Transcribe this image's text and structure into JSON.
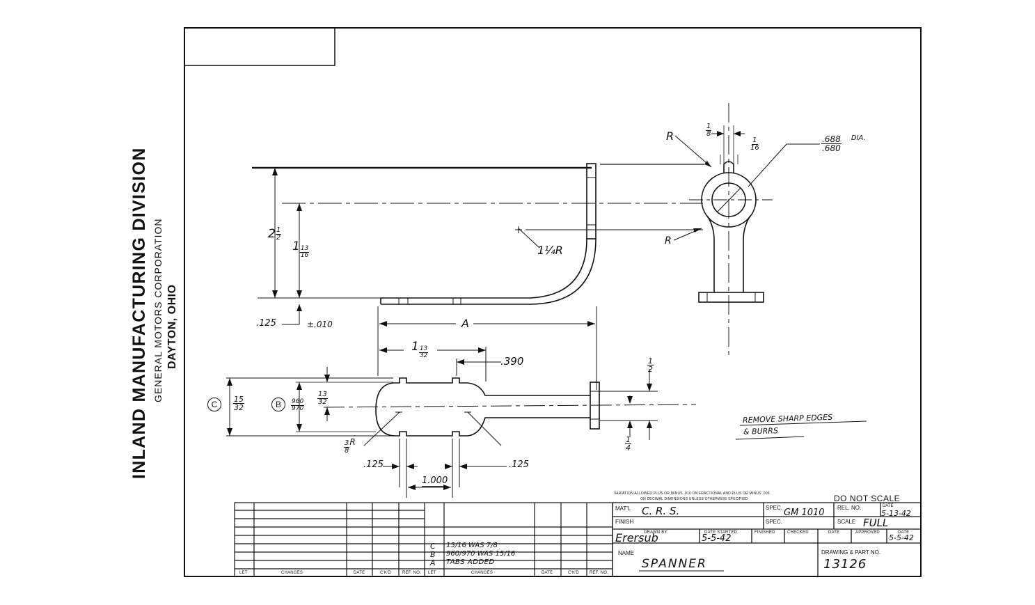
{
  "title_block": {
    "division": "INLAND MANUFACTURING DIVISION",
    "corporation": "GENERAL MOTORS CORPORATION",
    "city": "DAYTON, OHIO",
    "variation_note": "VARIATION ALLOWED PLUS OR MINUS .010 ON FRACTIONAL AND PLUS OR MINUS .005",
    "variation_note2": "ON DECIMAL DIMENSIONS UNLESS OTHERWISE SPECIFIED",
    "do_not_scale": "DO NOT SCALE",
    "matl_label": "MAT'L",
    "matl_value": "C. R. S.",
    "spec_label": "SPEC.",
    "spec_value": "GM 1010",
    "rel_no_label": "REL. NO.",
    "date_label": "DATE",
    "rel_date": "5-13-42",
    "finish_label": "FINISH",
    "spec2_label": "SPEC.",
    "scale_label": "SCALE",
    "scale_value": "FULL",
    "drawn_by_label": "DRAWN BY",
    "drawn_by_value": "Erersub",
    "date_started_label": "DATE STARTED",
    "date_started_value": "5-5-42",
    "finished_label": "FINISHED",
    "checked_label": "CHECKED",
    "date2_label": "DATE",
    "approved_label": "APPROVED",
    "date3_label": "DATE",
    "approved_date": "5-5-42",
    "name_label": "NAME",
    "name_value": "SPANNER",
    "part_no_label": "DRAWING & PART NO.",
    "part_no_value": "13126"
  },
  "revisions": {
    "headers": [
      "LET",
      "CHANGES",
      "DATE",
      "C'K'D",
      "REF. NO.",
      "LET",
      "CHANGES",
      "DATE",
      "C'K'D",
      "REF. NO."
    ],
    "entries": [
      {
        "let": "C",
        "change": "15/16 WAS 7/8"
      },
      {
        "let": "B",
        "change": "960/970 WAS 15/16"
      },
      {
        "let": "A",
        "change": "TABS ADDED"
      }
    ]
  },
  "dimensions": {
    "two_half": {
      "num": "2",
      "frac_n": "1",
      "frac_d": "2"
    },
    "one_13_16": {
      "whole": "1",
      "n": "13",
      "d": "16"
    },
    "bend_radius": "1¼R",
    "thickness": ".125",
    "tolerance": "±.010",
    "length_a": "A",
    "one_13_32": {
      "whole": "1",
      "n": "13",
      "d": "32"
    },
    "offset_390": ".390",
    "half": {
      "n": "1",
      "d": "2"
    },
    "quarter": {
      "n": "1",
      "d": "4"
    },
    "circle_c": "C",
    "c_frac": {
      "n": "15",
      "d": "32"
    },
    "circle_b": "B",
    "b_value": {
      "n": "960",
      "d": "970"
    },
    "b_frac": {
      "n": "13",
      "d": "32"
    },
    "radius_3_8": {
      "n": "3",
      "d": "8",
      "suffix": "R"
    },
    "tab_left": ".125",
    "tab_right": ".125",
    "tab_spacing": "1.000",
    "r_top": "R",
    "r_mid": "R",
    "eighth": {
      "n": "1",
      "d": "8"
    },
    "sixteenth": {
      "n": "1",
      "d": "16"
    },
    "hole_dia": {
      "n": ".688",
      "d": ".680",
      "suffix": "DIA."
    }
  },
  "note": {
    "line1": "REMOVE SHARP EDGES",
    "line2": "& BURRS"
  }
}
